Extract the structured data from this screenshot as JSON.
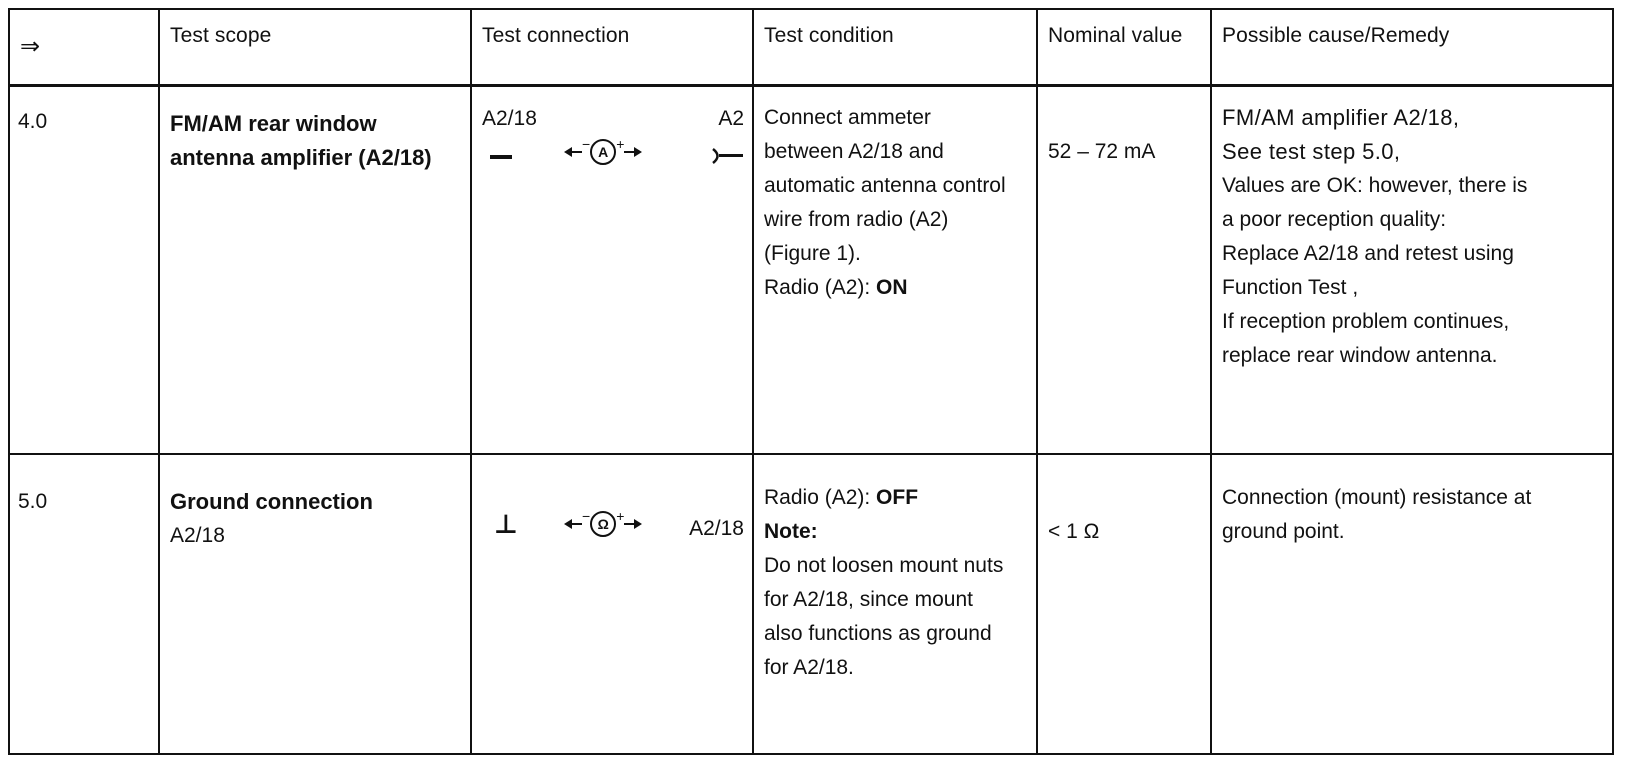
{
  "table": {
    "headers": {
      "arrow": "⇒",
      "scope": "Test scope",
      "connection": "Test connection",
      "condition": "Test condition",
      "nominal": "Nominal value",
      "remedy": "Possible cause/Remedy"
    },
    "rows": [
      {
        "step": "4.0",
        "scope_title_line1": "FM/AM rear window",
        "scope_title_line2": "antenna amplifier (A2/18)",
        "conn_left_label": "A2/18",
        "conn_right_label": "A2",
        "conn_meter_symbol": "A",
        "conn_meter_minus": "−",
        "conn_meter_plus": "+",
        "condition_lines": [
          "Connect ammeter",
          "between A2/18 and",
          "automatic antenna control",
          "wire from radio (A2)",
          "(Figure 1)."
        ],
        "condition_radio_prefix": "Radio (A2): ",
        "condition_radio_state": "ON",
        "nominal": "52 – 72 mA",
        "remedy_lines": [
          "FM/AM amplifier A2/18,",
          "See test step 5.0,",
          "Values are OK: however, there is",
          "a poor reception quality:",
          "Replace A2/18 and retest using",
          "Function Test ,",
          "If reception problem continues,",
          "replace rear window antenna."
        ]
      },
      {
        "step": "5.0",
        "scope_title_line1": "Ground connection",
        "scope_sub": "A2/18",
        "conn_left_symbol": "⊥",
        "conn_right_label": "A2/18",
        "conn_meter_symbol": "Ω",
        "conn_meter_minus": "−",
        "conn_meter_plus": "+",
        "condition_radio_prefix": "Radio (A2): ",
        "condition_radio_state": "OFF",
        "condition_note_label": "Note:",
        "condition_note_lines": [
          "Do not loosen mount nuts",
          "for A2/18, since mount",
          "also functions as ground",
          "for A2/18."
        ],
        "nominal": "< 1 Ω",
        "remedy_lines": [
          "Connection (mount) resistance at",
          "ground point."
        ]
      }
    ]
  }
}
